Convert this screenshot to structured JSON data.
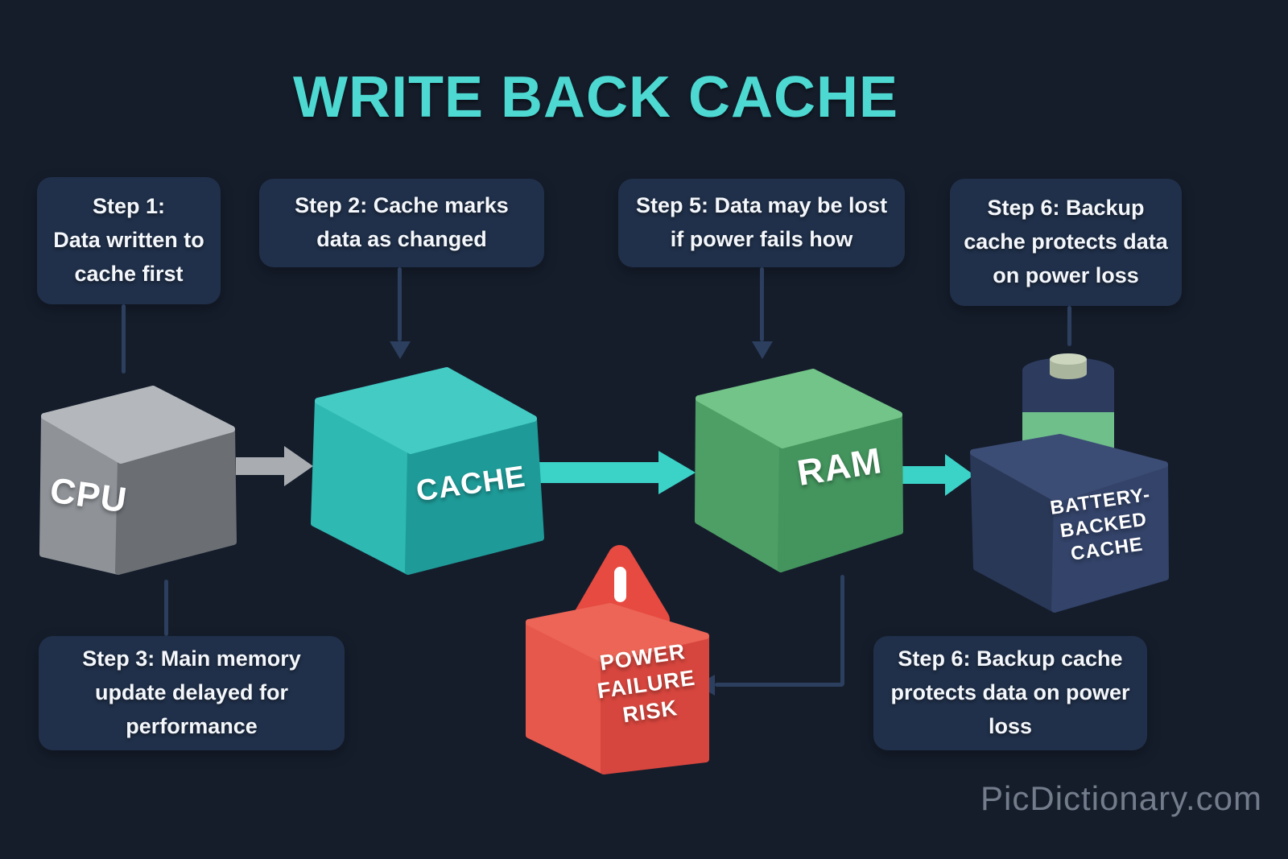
{
  "title": "WRITE BACK CACHE",
  "watermark": "PicDictionary.com",
  "steps": {
    "step1": {
      "label": "Step 1:",
      "text": "Data written to cache first"
    },
    "step2": {
      "label": "Step 2:",
      "text": "Cache marks data as changed"
    },
    "step5": {
      "label": "Step 5:",
      "text": "Data may be lost if power fails how"
    },
    "step6_top": {
      "label": "Step 6:",
      "text": "Backup cache protects data on power loss"
    },
    "step3": {
      "label": "Step 3:",
      "text": "Main memory update delayed for performance"
    },
    "step6_bottom": {
      "label": "Step 6:",
      "text": "Backup cache protects data on power loss"
    }
  },
  "nodes": {
    "cpu": {
      "label": "CPU"
    },
    "cache": {
      "label": "CACHE"
    },
    "ram": {
      "label": "RAM"
    },
    "battery_backed_cache": {
      "label": "BATTERY-BACKED CACHE"
    },
    "power_failure": {
      "label": "POWER FAILURE RISK"
    }
  },
  "colors": {
    "background": "#151d2b",
    "step_box": "#20304a",
    "step_text": "#f4f7fb",
    "title": "#4dd8d2",
    "connector": "#2c3f5f",
    "arrow_teal": "#3bd2c7",
    "arrow_gray": "#a9adb2",
    "cpu_top": "#b4b8bc",
    "cpu_left": "#8f9398",
    "cpu_right": "#6b6f74",
    "cache_top": "#43cbc4",
    "cache_left": "#2eb9b3",
    "cache_right": "#1e9b98",
    "ram_top": "#73c488",
    "ram_left": "#4d9f66",
    "ram_right": "#43945d",
    "navy_top": "#3c4d75",
    "navy_left": "#2a3857",
    "navy_right": "#334369",
    "battery_green": "#6fbf8b",
    "battery_navy": "#2d3c5e",
    "battery_terminal_top": "#ccd6bf",
    "battery_terminal_side": "#aab59e",
    "red_top": "#ec6557",
    "red_left": "#e7584c",
    "red_right": "#d7463e",
    "warning_red": "#e64a40",
    "label_text": "#ffffff",
    "watermark": "#7e8796"
  }
}
